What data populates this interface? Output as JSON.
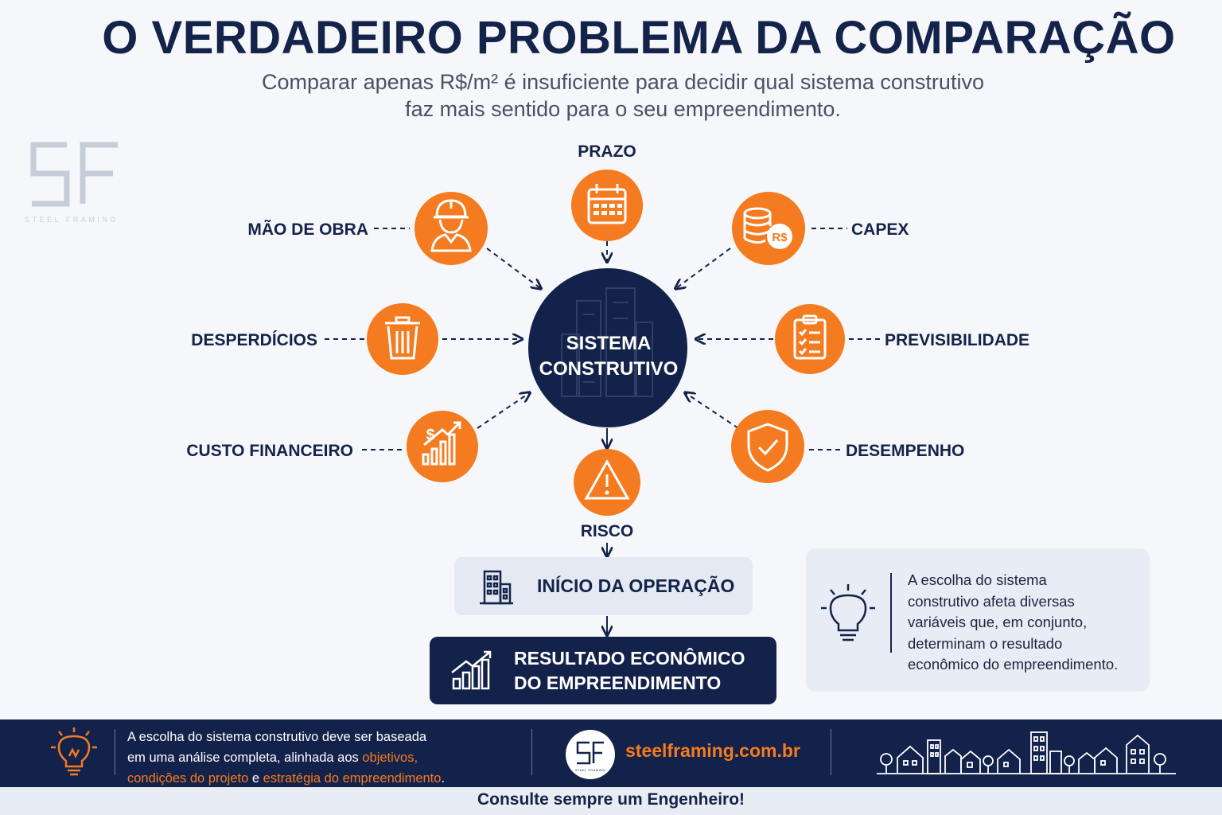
{
  "title": "O VERDADEIRO PROBLEMA DA COMPARAÇÃO",
  "subtitle": {
    "line1": "Comparar apenas R$/m² é insuficiente para decidir qual sistema construtivo",
    "line2": "faz mais sentido para o seu empreendimento."
  },
  "watermark": {
    "monogram": "SF",
    "text": "STEEL FRAMING"
  },
  "center": {
    "line1": "SISTEMA",
    "line2": "CONSTRUTIVO"
  },
  "factors": {
    "prazo": {
      "label": "PRAZO",
      "icon": "calendar-icon"
    },
    "capex": {
      "label": "CAPEX",
      "icon": "coins-icon",
      "badge": "R$"
    },
    "previsibilidade": {
      "label": "PREVISIBILIDADE",
      "icon": "clipboard-checklist-icon"
    },
    "desempenho": {
      "label": "DESEMPENHO",
      "icon": "shield-check-icon"
    },
    "risco": {
      "label": "RISCO",
      "icon": "warning-icon"
    },
    "custo_financeiro": {
      "label": "CUSTO FINANCEIRO",
      "icon": "dollar-growth-chart-icon"
    },
    "desperdicios": {
      "label": "DESPERDÍCIOS",
      "icon": "trash-icon"
    },
    "mao_de_obra": {
      "label": "MÃO DE OBRA",
      "icon": "worker-helmet-icon"
    }
  },
  "flow": {
    "inicio": "INÍCIO DA OPERAÇÃO",
    "resultado_line1": "RESULTADO ECONÔMICO",
    "resultado_line2": "DO EMPREENDIMENTO"
  },
  "note": {
    "lines": [
      "A escolha do sistema",
      "construtivo afeta diversas",
      "variáveis que, em conjunto,",
      "determinam o resultado",
      "econômico do empreendimento."
    ]
  },
  "footer": {
    "line1": "A escolha do sistema construtivo deve ser baseada",
    "line2_prefix": "em uma análise completa, alinhada aos ",
    "line2_highlight": "objetivos,",
    "line3_highlight1": "condições do projeto",
    "line3_mid": " e ",
    "line3_highlight2": "estratégia do empreendimento",
    "line3_end": ".",
    "logo_monogram": "SF",
    "logo_text": "STEEL FRAMING",
    "site": "steelframing.com.br"
  },
  "bottom_text": "Consulte sempre um Engenheiro!",
  "colors": {
    "navy": "#13224a",
    "orange": "#f47b20",
    "light": "#e4e9f3"
  }
}
